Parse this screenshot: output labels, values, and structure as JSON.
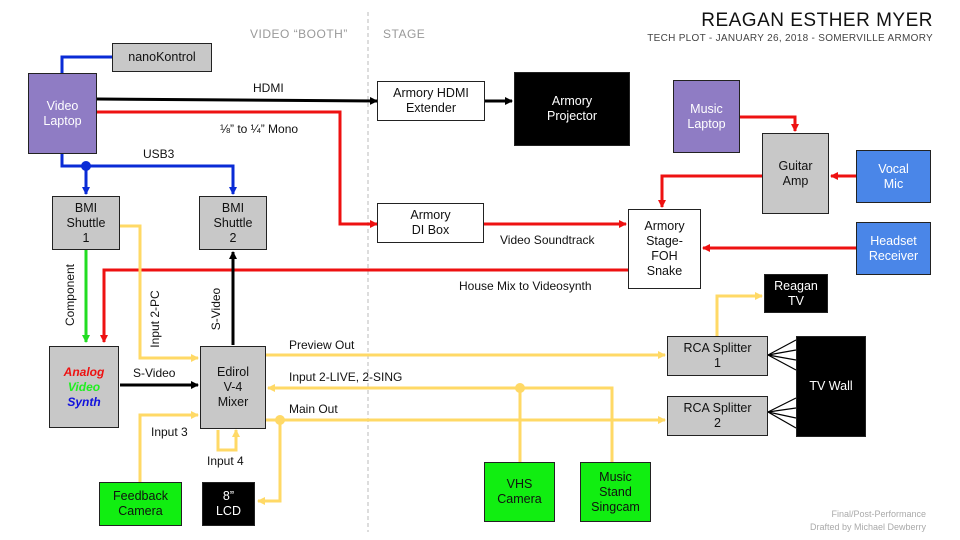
{
  "header": {
    "title": "REAGAN ESTHER MYER",
    "subtitle": "TECH PLOT - JANUARY 26, 2018 - SOMERVILLE ARMORY"
  },
  "zones": {
    "booth": "VIDEO “BOOTH”",
    "stage": "STAGE"
  },
  "credits": {
    "line1": "Final/Post-Performance",
    "line2": "Drafted by Michael Dewberry"
  },
  "nodes": {
    "nanokontrol": "nanoKontrol",
    "video_laptop": "Video\nLaptop",
    "armory_hdmi_extender": "Armory HDMI\nExtender",
    "armory_projector": "Armory\nProjector",
    "music_laptop": "Music\nLaptop",
    "guitar_amp": "Guitar\nAmp",
    "vocal_mic": "Vocal\nMic",
    "bmi_shuttle_1": "BMI\nShuttle\n1",
    "bmi_shuttle_2": "BMI\nShuttle\n2",
    "armory_di_box": "Armory\nDI Box",
    "armory_snake": "Armory\nStage-\nFOH\nSnake",
    "headset_receiver": "Headset\nReceiver",
    "reagan_tv": "Reagan\nTV",
    "analog_synth": {
      "line1": "Analog",
      "line2": "Video",
      "line3": "Synth"
    },
    "edirol_mixer": "Edirol\nV-4\nMixer",
    "rca_splitter_1": "RCA Splitter\n1",
    "rca_splitter_2": "RCA Splitter\n2",
    "tv_wall": "TV Wall",
    "feedback_camera": "Feedback\nCamera",
    "lcd_8": "8”\nLCD",
    "vhs_camera": "VHS\nCamera",
    "music_stand_singcam": "Music\nStand\nSingcam"
  },
  "connections": {
    "hdmi": "HDMI",
    "mono": "⅛” to ¼” Mono",
    "usb3": "USB3",
    "video_soundtrack": "Video Soundtrack",
    "house_mix": "House Mix to Videosynth",
    "component": "Component",
    "input_2_pc": "Input 2-PC",
    "s_video_vertical": "S-Video",
    "preview_out": "Preview Out",
    "input_2_live": "Input 2-LIVE, 2-SING",
    "main_out": "Main Out",
    "s_video": "S-Video",
    "input_3": "Input 3",
    "input_4": "Input 4"
  },
  "colors": {
    "hdmi": "#000000",
    "audio": "#ee1111",
    "usb": "#0a2bd6",
    "component": "#22dd22",
    "composite": "#ffd966",
    "svideo": "#000000",
    "synth_analog": "#ee1111",
    "synth_video": "#22ee22",
    "synth_synth": "#1111dd"
  }
}
